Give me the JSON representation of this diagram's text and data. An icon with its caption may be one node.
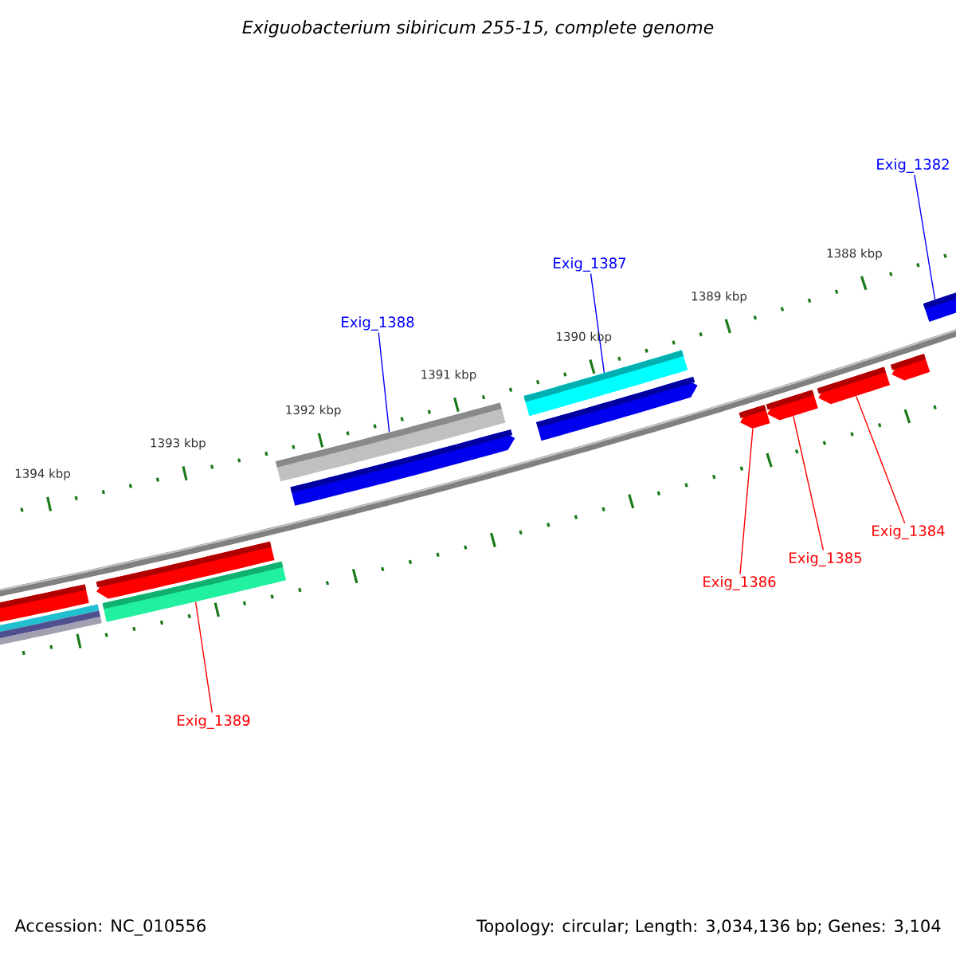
{
  "diagram": {
    "title": "Exiguobacterium sibiricum 255-15, complete genome",
    "nodes": [
      {
        "text": [
          "Exig_1382"
        ]
      },
      {
        "text": [
          "Exig_1387"
        ]
      },
      {
        "text": [
          "Exig_1388"
        ]
      },
      {
        "text": [
          "Exig_1384"
        ]
      },
      {
        "text": [
          "Exig_1385"
        ]
      },
      {
        "text": [
          "Exig_1386"
        ]
      },
      {
        "text": [
          "Exig_1389"
        ]
      },
      {
        "text": [],
        "shape": "bar"
      },
      {
        "text": [],
        "shape": "bar"
      },
      {
        "text": [],
        "shape": "bar"
      },
      {
        "text": [],
        "shape": "bar"
      },
      {
        "text": [],
        "shape": "bar"
      },
      {
        "text": [],
        "shape": "bar"
      },
      {
        "text": [],
        "shape": "bar"
      }
    ],
    "edges": [
      {
        "from": 0,
        "to": 7,
        "arrow": "none",
        "color": "#0000ff"
      },
      {
        "from": 1,
        "to": 8,
        "arrow": "none",
        "color": "#0000ff"
      },
      {
        "from": 2,
        "to": 9,
        "arrow": "none",
        "color": "#0000ff"
      },
      {
        "from": 3,
        "to": 10,
        "arrow": "none",
        "color": "#ff0000"
      },
      {
        "from": 4,
        "to": 11,
        "arrow": "none",
        "color": "#ff0000"
      },
      {
        "from": 5,
        "to": 12,
        "arrow": "none",
        "color": "#ff0000"
      },
      {
        "from": 6,
        "to": 13,
        "arrow": "none",
        "color": "#ff0000"
      }
    ],
    "labels": [
      "1388 kbp",
      "1389 kbp",
      "1390 kbp",
      "1391 kbp",
      "1392 kbp",
      "1393 kbp",
      "1394 kbp",
      "Accession: NC_010556",
      "Topology: circular; Length: 3,034,136 bp; Genes: 3,104"
    ]
  }
}
